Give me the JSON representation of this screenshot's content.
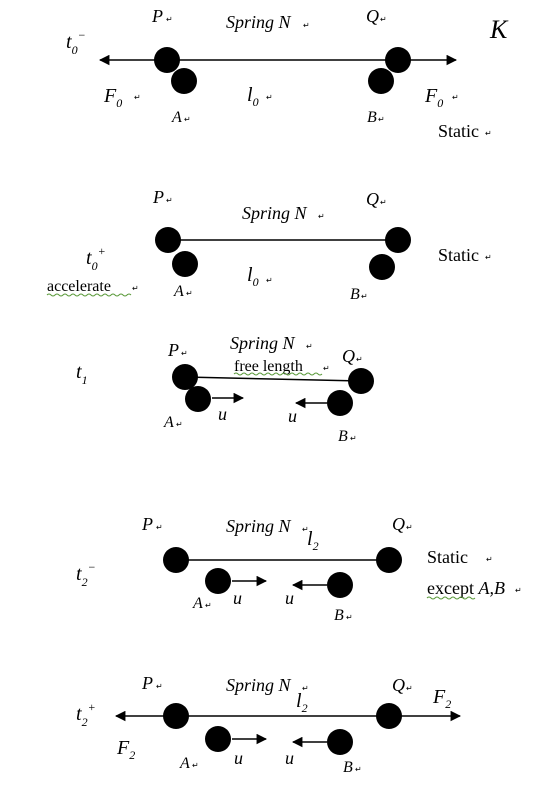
{
  "corner_label": "K",
  "panels": [
    {
      "time_label": "t",
      "time_sub": "0",
      "time_sup": "−",
      "spring_label": "Spring N",
      "length_label": "l",
      "length_sub": "0",
      "left_mass": "P",
      "right_mass": "Q",
      "left_ball": "A",
      "right_ball": "B",
      "left_force": "F",
      "left_force_sub": "0",
      "right_force": "F",
      "right_force_sub": "0",
      "state": "Static"
    },
    {
      "time_label": "t",
      "time_sub": "0",
      "time_sup": "+",
      "note": "accelerate",
      "spring_label": "Spring N",
      "length_label": "l",
      "length_sub": "0",
      "left_mass": "P",
      "right_mass": "Q",
      "left_ball": "A",
      "right_ball": "B",
      "state": "Static"
    },
    {
      "time_label": "t",
      "time_sub": "1",
      "spring_label": "Spring N",
      "length_note": "free length",
      "left_mass": "P",
      "right_mass": "Q",
      "left_ball": "A",
      "right_ball": "B",
      "velocity_left": "u",
      "velocity_right": "u"
    },
    {
      "time_label": "t",
      "time_sub": "2",
      "time_sup": "−",
      "spring_label": "Spring N",
      "length_label": "l",
      "length_sub": "2",
      "left_mass": "P",
      "right_mass": "Q",
      "left_ball": "A",
      "right_ball": "B",
      "velocity_left": "u",
      "velocity_right": "u",
      "state": "Static",
      "state2_prefix": "except ",
      "state2_italic": "A,B"
    },
    {
      "time_label": "t",
      "time_sub": "2",
      "time_sup": "+",
      "spring_label": "Spring N",
      "length_label": "l",
      "length_sub": "2",
      "left_mass": "P",
      "right_mass": "Q",
      "left_ball": "A",
      "right_ball": "B",
      "velocity_left": "u",
      "velocity_right": "u",
      "left_force": "F",
      "left_force_sub": "2",
      "right_force": "F",
      "right_force_sub": "2"
    }
  ]
}
